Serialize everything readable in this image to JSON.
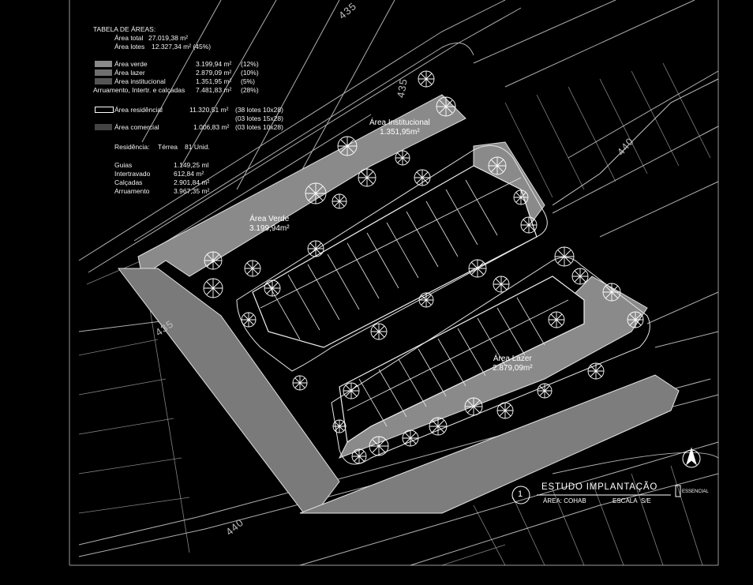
{
  "table": {
    "title": "TABELA DE ÁREAS:",
    "total_label": "Área total",
    "total_value": "27.019,38 m²",
    "lotes_label": "Área lotes",
    "lotes_value": "12.327,34 m² (45%)",
    "rows": [
      {
        "label": "Área verde",
        "value": "3.199,94 m²",
        "pct": "(12%)",
        "swatch": "#8a8a8a"
      },
      {
        "label": "Área lazer",
        "value": "2.879,09 m²",
        "pct": "(10%)",
        "swatch": "#6f6f6f"
      },
      {
        "label": "Área institucional",
        "value": "1.351,95 m²",
        "pct": "(5%)",
        "swatch": "#555555"
      },
      {
        "label": "Arruamento, Intertr. e calçadas",
        "value": "7.481,83 m²",
        "pct": "(28%)",
        "swatch": ""
      }
    ],
    "residencial_label": "Área residêncial",
    "residencial_value": "11.320,51 m²",
    "residencial_note1": "(38 lotes 10x28)",
    "residencial_note2": "(03 lotes 15x28)",
    "comercial_label": "Área comercial",
    "comercial_value": "1.006,83 m²",
    "comercial_note": "(03 lotes 10x28)",
    "residencia_label": "Residência:",
    "residencia_type": "Térrea",
    "residencia_units": "81 Unid.",
    "totals": [
      {
        "label": "Guias",
        "value": "1.149,25 ml"
      },
      {
        "label": "Intertravado",
        "value": "612,84 m²"
      },
      {
        "label": "Calçadas",
        "value": "2.901,84 m²"
      },
      {
        "label": "Arruamento",
        "value": "3.967,35 m²"
      }
    ]
  },
  "areas": {
    "institucional_name": "Área Institucional",
    "institucional_value": "1.351,95m²",
    "verde_name": "Área Verde",
    "verde_value": "3.199,94m²",
    "lazer_name": "Área Lazer",
    "lazer_value": "2.879,09m²"
  },
  "contours": [
    "435",
    "435",
    "440",
    "435",
    "440"
  ],
  "stamp": {
    "number": "1",
    "title": "ESTUDO IMPLANTAÇÃO",
    "area": "ÁREA: COHAB",
    "scale": "ESCALA",
    "scale_value": "S/E",
    "logo": "ESSENCIAL"
  },
  "colors": {
    "background": "#000000",
    "lines": "#d9d9d9",
    "green_area": "#8a8a8a",
    "commercial": "#7d7d7d"
  }
}
